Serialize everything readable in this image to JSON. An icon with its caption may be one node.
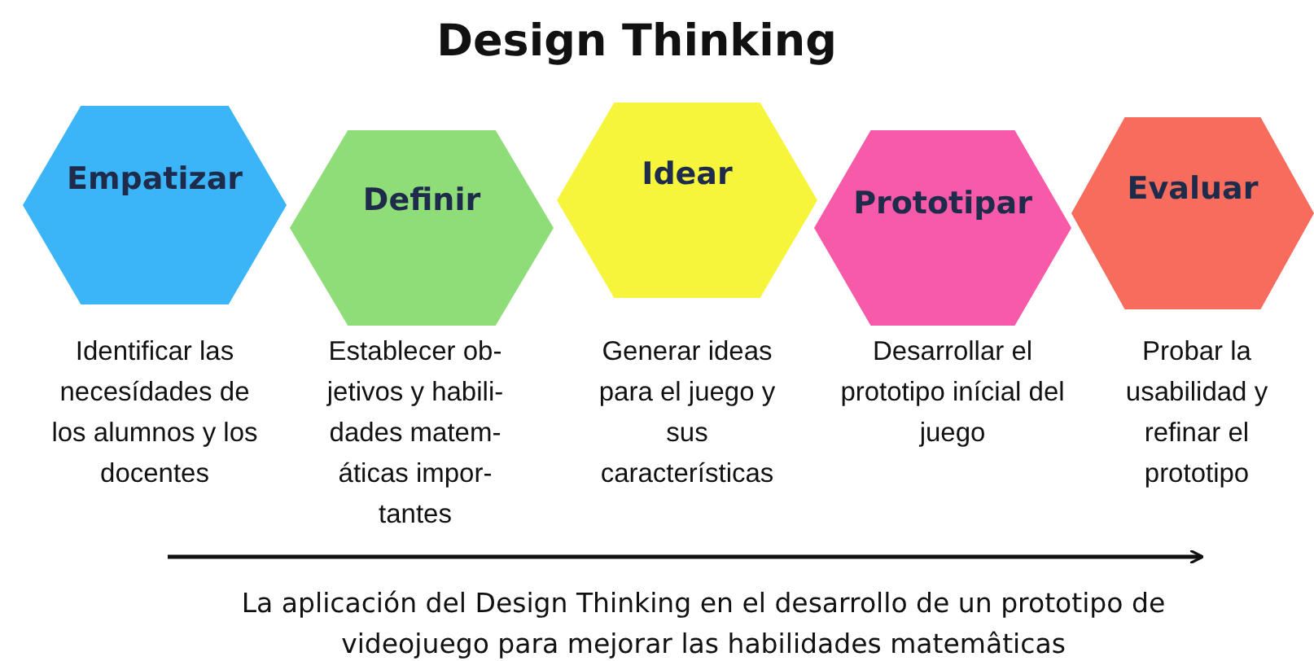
{
  "diagram": {
    "title": "Design Thinking",
    "nodes": [
      {
        "text": [
          "Empatizar"
        ],
        "beside": [
          "Identificar las necesídades de los alumnos y los docentes"
        ]
      },
      {
        "text": [
          "Definir"
        ],
        "beside": [
          "Establecer ob- jetivos y habili- dades matem- áticas impor- tantes"
        ]
      },
      {
        "text": [
          "Idear"
        ],
        "beside": [
          "Generar ideas para el juego y sus características"
        ]
      },
      {
        "text": [
          "Prototipar"
        ],
        "beside": [
          "Desarrollar el prototipo inícial del juego"
        ]
      },
      {
        "text": [
          "Evaluar"
        ],
        "beside": [
          "Probar la usabilidad y refinar el prototipo"
        ]
      }
    ],
    "edges": [],
    "caption": "La aplicación del Design Thinking en el desarrollo de un prototipo de videojuego para mejorar las habilidades matemâticas"
  }
}
